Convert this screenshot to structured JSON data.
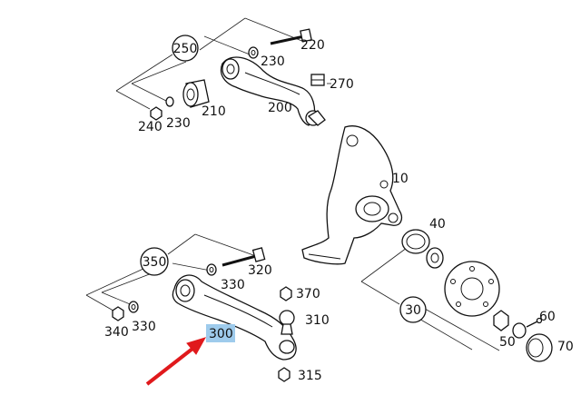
{
  "diagram": {
    "callouts": [
      {
        "id": "c250",
        "text": "250"
      },
      {
        "id": "c350",
        "text": "350"
      },
      {
        "id": "c30",
        "text": "30"
      }
    ],
    "labels": [
      {
        "id": "l220",
        "text": "220"
      },
      {
        "id": "l230a",
        "text": "230"
      },
      {
        "id": "l270",
        "text": "270"
      },
      {
        "id": "l210",
        "text": "210"
      },
      {
        "id": "l200",
        "text": "200"
      },
      {
        "id": "l240",
        "text": "240"
      },
      {
        "id": "l230b",
        "text": "230"
      },
      {
        "id": "l10",
        "text": "10"
      },
      {
        "id": "l40",
        "text": "40"
      },
      {
        "id": "l320",
        "text": "320"
      },
      {
        "id": "l330a",
        "text": "330"
      },
      {
        "id": "l370",
        "text": "370"
      },
      {
        "id": "l310",
        "text": "310"
      },
      {
        "id": "l340",
        "text": "340"
      },
      {
        "id": "l330b",
        "text": "330"
      },
      {
        "id": "l300",
        "text": "300"
      },
      {
        "id": "l315",
        "text": "315"
      },
      {
        "id": "l60",
        "text": "60"
      },
      {
        "id": "l50",
        "text": "50"
      },
      {
        "id": "l70",
        "text": "70"
      }
    ],
    "highlight": {
      "label_id": "l300",
      "color": "#9ecbec"
    },
    "arrow_color": "#e0191c"
  }
}
